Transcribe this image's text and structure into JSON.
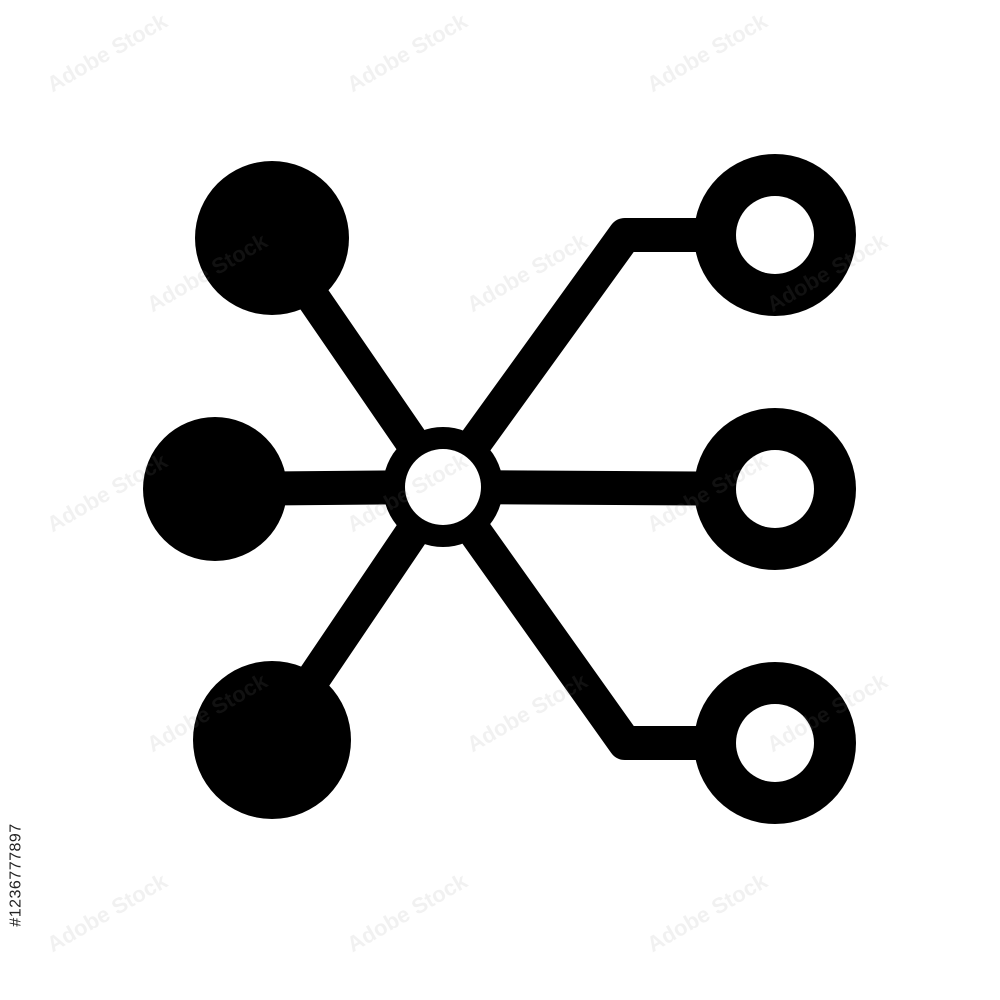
{
  "icon": {
    "name": "network-distribution-icon",
    "stroke_color": "#000000",
    "fill_color": "#000000",
    "hollow_fill_color": "#ffffff",
    "filled_nodes": [
      "node-top-left",
      "node-middle-left",
      "node-bottom-left"
    ],
    "hollow_nodes": [
      "node-center-hub",
      "node-top-right",
      "node-middle-right",
      "node-bottom-right"
    ]
  },
  "watermark": {
    "text": "Adobe Stock"
  },
  "stock_id": {
    "text": "#1236777897"
  },
  "background_color": "#ffffff"
}
